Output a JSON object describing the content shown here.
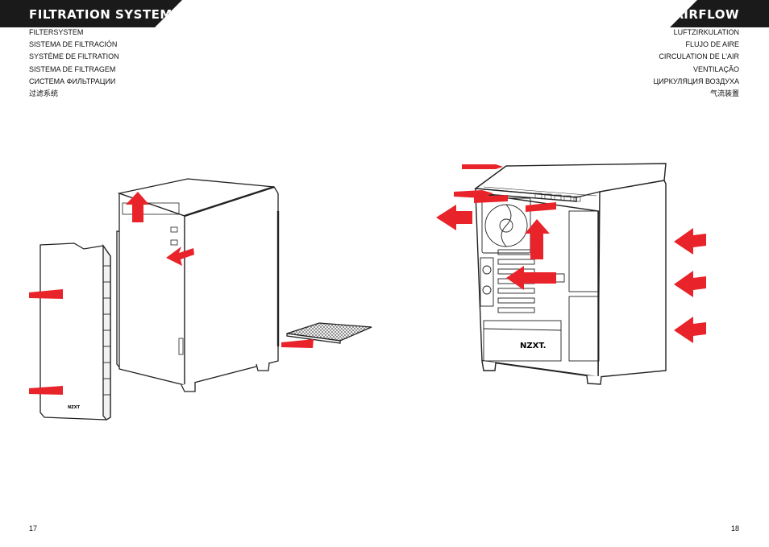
{
  "left_page": {
    "title": "FILTRATION SYSTEM",
    "translations": [
      "FILTERSYSTEM",
      "SISTEMA DE FILTRACIÓN",
      "SYSTÈME DE FILTRATION",
      "SISTEMA DE FILTRAGEM",
      "СИСТЕМА ФИЛЬТРАЦИИ",
      "过滤系统"
    ],
    "page_number": "17",
    "logo_text": "NZXT"
  },
  "right_page": {
    "title": "AIRFLOW",
    "translations": [
      "LUFTZIRKULATION",
      "FLUJO DE AIRE",
      "CIRCULATION DE L'AIR",
      "VENTILAÇÃO",
      "ЦИРКУЛЯЦИЯ ВОЗДУХА",
      "气流装置"
    ],
    "page_number": "18",
    "logo_text": "NZXT."
  },
  "colors": {
    "banner": "#1a1a1a",
    "arrow": "#e8232a",
    "line": "#222222"
  }
}
